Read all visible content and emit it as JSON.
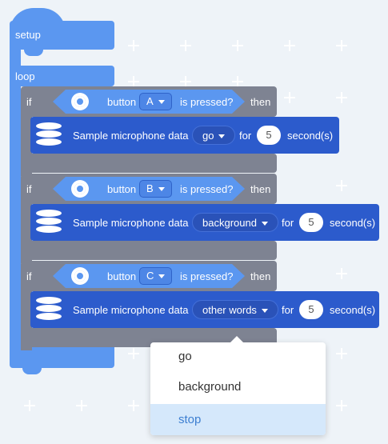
{
  "setup_label": "setup",
  "loop_label": "loop",
  "if_blocks": [
    {
      "if_label": "if",
      "button_label": "button",
      "button_value": "A",
      "pressed_label": "is pressed?",
      "then_label": "then",
      "action_label": "Sample microphone data",
      "sample_value": "go",
      "for_label": "for",
      "seconds_value": "5",
      "seconds_label": "second(s)"
    },
    {
      "if_label": "if",
      "button_label": "button",
      "button_value": "B",
      "pressed_label": "is pressed?",
      "then_label": "then",
      "action_label": "Sample microphone data",
      "sample_value": "background",
      "for_label": "for",
      "seconds_value": "5",
      "seconds_label": "second(s)"
    },
    {
      "if_label": "if",
      "button_label": "button",
      "button_value": "C",
      "pressed_label": "is pressed?",
      "then_label": "then",
      "action_label": "Sample microphone data",
      "sample_value": "other words",
      "for_label": "for",
      "seconds_value": "5",
      "seconds_label": "second(s)"
    }
  ],
  "dropdown_menu": {
    "options": [
      "go",
      "background",
      "stop"
    ],
    "highlighted": "stop"
  },
  "colors": {
    "workspace": "#eef3f8",
    "blue_block": "#5b97f0",
    "if_block": "#7e8392",
    "action_block": "#2c5bcc",
    "menu_highlight": "#d5e8fb"
  }
}
